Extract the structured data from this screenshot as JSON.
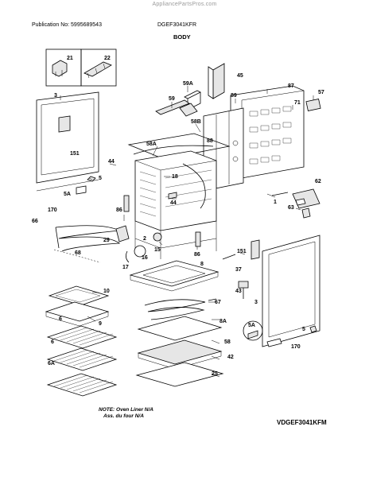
{
  "header": {
    "site": "AppliancePartsPros.com",
    "publication": "Publication No: 5995689543",
    "model": "DGEF3041KFR",
    "section": "BODY"
  },
  "footer": {
    "note_line1": "NOTE: Oven Liner N/A",
    "note_line2": "Ass. du four N/A",
    "drawing_code": "VDGEF3041KFM"
  },
  "part_labels": {
    "p21": "21",
    "p22": "22",
    "p45": "45",
    "p3": "3",
    "p59A": "59A",
    "p87": "87",
    "p57": "57",
    "p59": "59",
    "p89": "89",
    "p71": "71",
    "p58B": "58B",
    "p88": "88",
    "p58A": "58A",
    "p44a": "44",
    "p151a": "151",
    "p18": "18",
    "p5a": "5",
    "p5Aa": "5A",
    "p44b": "44",
    "p170a": "170",
    "p86a": "86",
    "p62": "62",
    "p1": "1",
    "p63": "63",
    "p66": "66",
    "p29": "29",
    "p2": "2",
    "p15": "15",
    "p86b": "86",
    "p68": "68",
    "p16": "16",
    "p17": "17",
    "p151b": "151",
    "p8": "8",
    "p37": "37",
    "p10": "10",
    "p43": "43",
    "p67": "67",
    "p3b": "3",
    "p9": "9",
    "p6a": "6",
    "p8A": "8A",
    "p5Ab": "5A",
    "p5b": "5",
    "p6b": "6",
    "p58": "58",
    "p170b": "170",
    "p42": "42",
    "p6A": "6A",
    "p25": "25"
  }
}
